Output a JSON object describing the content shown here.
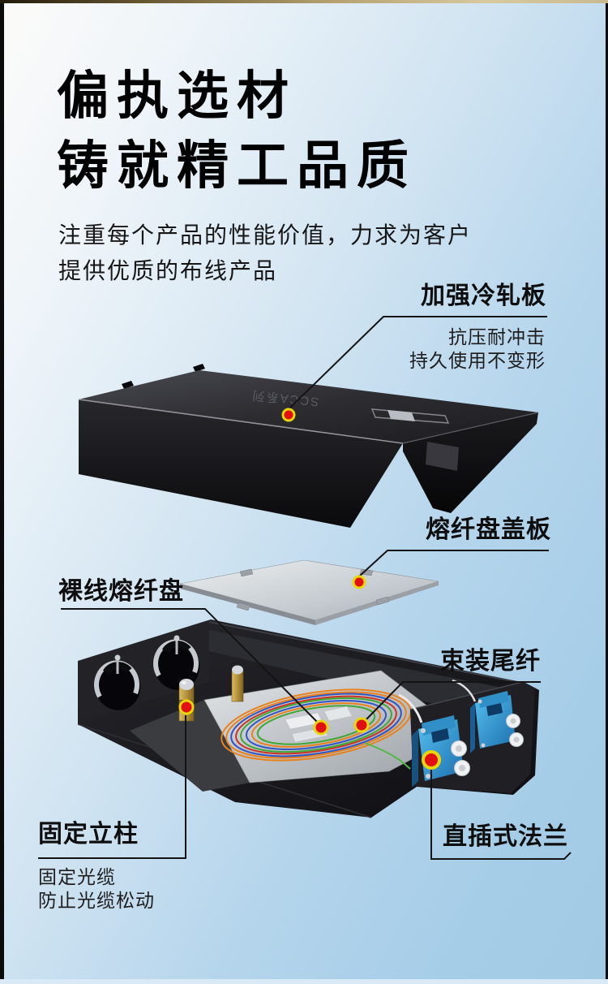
{
  "header": {
    "title_line1": "偏执选材",
    "title_line2": "铸就精工品质",
    "subtitle_line1": "注重每个产品的性能价值，力求为客户",
    "subtitle_line2": "提供优质的布线产品"
  },
  "product": {
    "logo_text": "SCCA系列"
  },
  "callouts": {
    "cold_rolled_plate": {
      "label": "加强冷轧板",
      "desc_line1": "抗压耐冲击",
      "desc_line2": "持久使用不变形"
    },
    "splice_tray_cover": {
      "label": "熔纤盘盖板"
    },
    "bare_fiber_tray": {
      "label": "裸线熔纤盘"
    },
    "bundled_pigtail": {
      "label": "束装尾纤"
    },
    "fixing_post": {
      "label": "固定立柱",
      "desc_line1": "固定光缆",
      "desc_line2": "防止光缆松动"
    },
    "flange": {
      "label": "直插式法兰"
    }
  },
  "colors": {
    "marker_red": "#e21012",
    "marker_ring": "#e8d60a",
    "accent_blue": "#35a7e0",
    "brass_gold": "#c2a24a",
    "fiber_orange": "#e8821c",
    "fiber_blue": "#3056c6",
    "fiber_red": "#cc3026",
    "fiber_green": "#3fa837"
  }
}
